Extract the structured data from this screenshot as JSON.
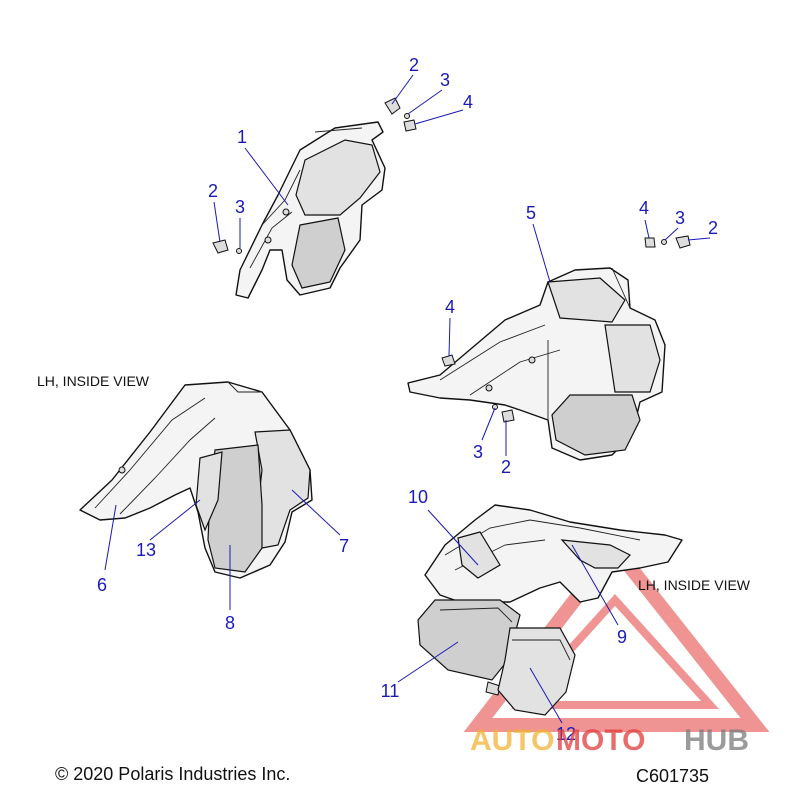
{
  "notes": {
    "lh_inside_view_1": "LH, INSIDE VIEW",
    "lh_inside_view_2": "LH, INSIDE VIEW"
  },
  "footer": {
    "copyright": "© 2020 Polaris Industries Inc.",
    "drawing_number": "C601735"
  },
  "watermark": {
    "text_auto": "AUTO",
    "text_moto": "MOTO",
    "text_hub": "HUB",
    "color_primary": "#e23b3b",
    "color_secondary": "#f2b233",
    "color_hub": "#7a7a7a"
  },
  "callouts": [
    {
      "id": "c1",
      "label": "1"
    },
    {
      "id": "c2a",
      "label": "2"
    },
    {
      "id": "c3a",
      "label": "3"
    },
    {
      "id": "c4a",
      "label": "4"
    },
    {
      "id": "c2b",
      "label": "2"
    },
    {
      "id": "c3b",
      "label": "3"
    },
    {
      "id": "c5",
      "label": "5"
    },
    {
      "id": "c4b",
      "label": "4"
    },
    {
      "id": "c3c",
      "label": "3"
    },
    {
      "id": "c2c",
      "label": "2"
    },
    {
      "id": "c4c",
      "label": "4"
    },
    {
      "id": "c3d",
      "label": "3"
    },
    {
      "id": "c2d",
      "label": "2"
    },
    {
      "id": "c6",
      "label": "6"
    },
    {
      "id": "c13",
      "label": "13"
    },
    {
      "id": "c7",
      "label": "7"
    },
    {
      "id": "c8",
      "label": "8"
    },
    {
      "id": "c10",
      "label": "10"
    },
    {
      "id": "c9",
      "label": "9"
    },
    {
      "id": "c11",
      "label": "11"
    },
    {
      "id": "c12",
      "label": "12"
    }
  ]
}
